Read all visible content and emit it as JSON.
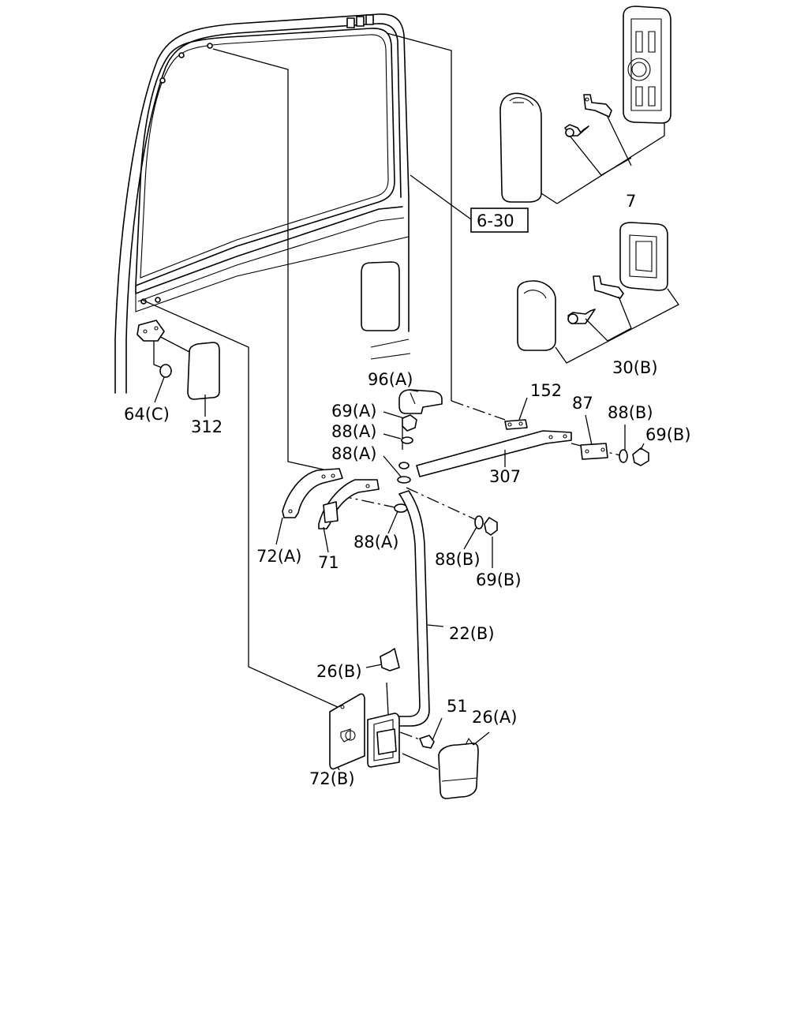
{
  "labels": {
    "ref_6_30": "6-30",
    "p7": "7",
    "p30b": "30(B)",
    "p96a": "96(A)",
    "p152": "152",
    "p69a": "69(A)",
    "p88a_1": "88(A)",
    "p88a_2": "88(A)",
    "p87": "87",
    "p88b_1": "88(B)",
    "p69b_1": "69(B)",
    "p307": "307",
    "p64c": "64(C)",
    "p312": "312",
    "p72a": "72(A)",
    "p71": "71",
    "p88a_3": "88(A)",
    "p88b_2": "88(B)",
    "p69b_2": "69(B)",
    "p22b": "22(B)",
    "p26b": "26(B)",
    "p51": "51",
    "p26a": "26(A)",
    "p72b": "72(B)"
  }
}
